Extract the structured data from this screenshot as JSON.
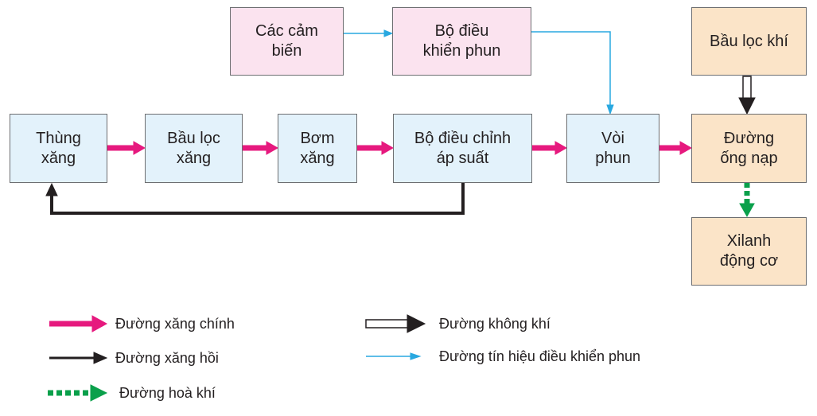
{
  "colors": {
    "main_fuel": "#e6197e",
    "return_fuel": "#231f20",
    "mixture": "#0aa04b",
    "air_outline": "#231f20",
    "signal": "#29a8e0",
    "box_blue": "#e3f2fb",
    "box_pink": "#fbe3ef",
    "box_tan": "#fbe4c8"
  },
  "boxes": {
    "thung_xang": "Thùng\nxăng",
    "bau_loc_xang": "Bầu lọc\nxăng",
    "bom_xang": "Bơm\nxăng",
    "bo_dieu_chinh_ap_suat": "Bộ điều chỉnh\náp suất",
    "voi_phun": "Vòi\nphun",
    "duong_ong_nap": "Đường\nống nạp",
    "cac_cam_bien": "Các cảm\nbiến",
    "bo_dieu_khien_phun": "Bộ điều\nkhiển phun",
    "bau_loc_khi": "Bầu lọc khí",
    "xilanh_dong_co": "Xilanh\nđộng cơ"
  },
  "legend": {
    "main_fuel": "Đường xăng chính",
    "return_fuel": "Đường xăng hồi",
    "mixture": "Đường hoà khí",
    "air": "Đường không khí",
    "signal": "Đường tín hiệu điều khiển phun"
  }
}
